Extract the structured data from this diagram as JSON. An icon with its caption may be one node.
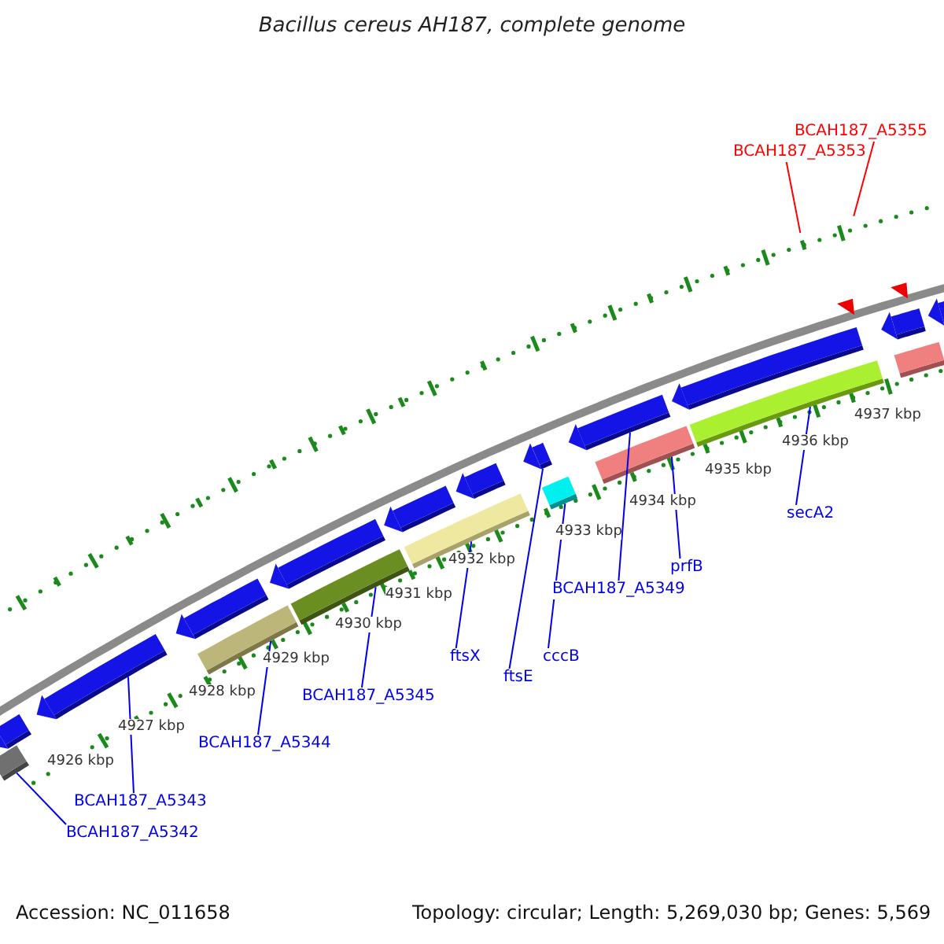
{
  "diagram": {
    "title": "Bacillus cereus AH187, complete genome",
    "nodes": [
      {
        "text": [
          "BCAH187_A5355"
        ]
      },
      {
        "text": [
          "BCAH187_A5353"
        ]
      },
      {
        "text": [
          "secA2"
        ]
      },
      {
        "text": [
          "prfB"
        ]
      },
      {
        "text": [
          "BCAH187_A5349"
        ]
      },
      {
        "text": [
          "cccB"
        ]
      },
      {
        "text": [
          "ftsX"
        ]
      },
      {
        "text": [
          "ftsE"
        ]
      },
      {
        "text": [
          "BCAH187_A5345"
        ]
      },
      {
        "text": [
          "BCAH187_A5344"
        ]
      },
      {
        "text": [
          "BCAH187_A5343"
        ]
      },
      {
        "text": [
          "BCAH187_A5342"
        ]
      },
      {
        "text": [],
        "shape": "arrow"
      },
      {
        "text": [],
        "shape": "bar"
      },
      {
        "text": [],
        "shape": "arrow"
      },
      {
        "text": [],
        "shape": "arrow"
      },
      {
        "text": [],
        "shape": "bar"
      },
      {
        "text": [],
        "shape": "arrow"
      },
      {
        "text": [],
        "shape": "bar"
      },
      {
        "text": [],
        "shape": "arrow"
      },
      {
        "text": [],
        "shape": "bar"
      },
      {
        "text": [],
        "shape": "arrow"
      },
      {
        "text": [],
        "shape": "arrow"
      },
      {
        "text": [],
        "shape": "bar"
      },
      {
        "text": [],
        "shape": "arrow"
      },
      {
        "text": [],
        "shape": "bar"
      },
      {
        "text": [],
        "shape": "arrow"
      },
      {
        "text": [],
        "shape": "bar"
      },
      {
        "text": [],
        "shape": "triangle"
      },
      {
        "text": [],
        "shape": "arrow"
      },
      {
        "text": [],
        "shape": "bar"
      },
      {
        "text": [],
        "shape": "triangle"
      },
      {
        "text": [],
        "shape": "arrow"
      }
    ],
    "edges": [
      {
        "from": 0,
        "to": null,
        "arrow": "none",
        "color": "#ff0000"
      },
      {
        "from": 1,
        "to": null,
        "arrow": "none",
        "color": "#ff0000"
      },
      {
        "from": 2,
        "to": 27,
        "arrow": "none"
      },
      {
        "from": 3,
        "to": 25,
        "arrow": "none"
      },
      {
        "from": 4,
        "to": 24,
        "arrow": "none"
      },
      {
        "from": 5,
        "to": 23,
        "arrow": "none"
      },
      {
        "from": 6,
        "to": 20,
        "arrow": "none"
      },
      {
        "from": 7,
        "to": 22,
        "arrow": "none"
      },
      {
        "from": 8,
        "to": 18,
        "arrow": "none"
      },
      {
        "from": 9,
        "to": 16,
        "arrow": "none"
      },
      {
        "from": 10,
        "to": 14,
        "arrow": "none"
      },
      {
        "from": 11,
        "to": 13,
        "arrow": "none"
      }
    ],
    "labels": [
      "4937 kbp",
      "4936 kbp",
      "4935 kbp",
      "4934 kbp",
      "4933 kbp",
      "4932 kbp",
      "4931 kbp",
      "4930 kbp",
      "4929 kbp",
      "4928 kbp",
      "4927 kbp",
      "4926 kbp",
      "Accession: NC_011658",
      "Topology: circular; Length: 5,269,030 bp; Genes: 5,569"
    ]
  }
}
